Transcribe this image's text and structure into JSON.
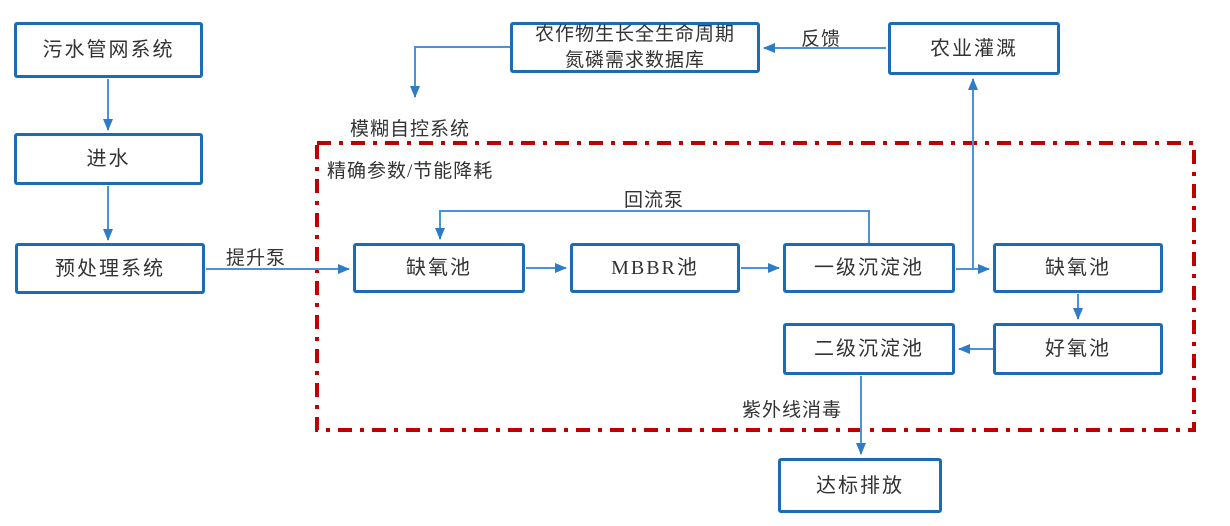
{
  "diagram": {
    "type": "flowchart",
    "colors": {
      "node_border": "#1B6CB5",
      "node_fill": "#FFFFFF",
      "connector": "#4B93D8",
      "arrowhead": "#2E7BC6",
      "dashed_region": "#C00000",
      "text": "#333333"
    },
    "nodes": [
      {
        "id": "sewage-network",
        "label": "污水管网系统"
      },
      {
        "id": "influent",
        "label": "进水"
      },
      {
        "id": "pretreatment",
        "label": "预处理系统"
      },
      {
        "id": "anoxic-tank-1",
        "label": "缺氧池"
      },
      {
        "id": "mbbr-tank",
        "label": "MBBR池"
      },
      {
        "id": "primary-sedimentation-tank",
        "label": "一级沉淀池"
      },
      {
        "id": "anoxic-tank-2",
        "label": "缺氧池"
      },
      {
        "id": "secondary-sedimentation-tank",
        "label": "二级沉淀池"
      },
      {
        "id": "aerobic-tank",
        "label": "好氧池"
      },
      {
        "id": "compliant-discharge",
        "label": "达标排放"
      },
      {
        "id": "crop-nutrient-database",
        "label": "农作物生长全生命周期\n氮磷需求数据库"
      },
      {
        "id": "agricultural-irrigation",
        "label": "农业灌溉"
      }
    ],
    "labels": [
      {
        "id": "lift-pump",
        "text": "提升泵"
      },
      {
        "id": "fuzzy-control-system",
        "text": "模糊自控系统"
      },
      {
        "id": "precise-parameters",
        "text": "精确参数/节能降耗"
      },
      {
        "id": "return-pump",
        "text": "回流泵"
      },
      {
        "id": "feedback",
        "text": "反馈"
      },
      {
        "id": "uv-disinfection",
        "text": "紫外线消毒"
      }
    ],
    "edges": [
      {
        "from": "sewage-network",
        "to": "influent"
      },
      {
        "from": "influent",
        "to": "pretreatment"
      },
      {
        "from": "pretreatment",
        "to": "anoxic-tank-1",
        "label": "提升泵"
      },
      {
        "from": "anoxic-tank-1",
        "to": "mbbr-tank"
      },
      {
        "from": "mbbr-tank",
        "to": "primary-sedimentation-tank"
      },
      {
        "from": "primary-sedimentation-tank",
        "to": "anoxic-tank-2"
      },
      {
        "from": "primary-sedimentation-tank",
        "to": "anoxic-tank-1",
        "label": "回流泵"
      },
      {
        "from": "primary-sedimentation-tank",
        "to": "agricultural-irrigation"
      },
      {
        "from": "anoxic-tank-2",
        "to": "aerobic-tank"
      },
      {
        "from": "aerobic-tank",
        "to": "secondary-sedimentation-tank"
      },
      {
        "from": "secondary-sedimentation-tank",
        "to": "compliant-discharge",
        "label": "紫外线消毒"
      },
      {
        "from": "agricultural-irrigation",
        "to": "crop-nutrient-database",
        "label": "反馈"
      },
      {
        "from": "crop-nutrient-database",
        "to": "fuzzy-control-system"
      }
    ],
    "dashed_region_label": "精确参数/节能降耗"
  }
}
